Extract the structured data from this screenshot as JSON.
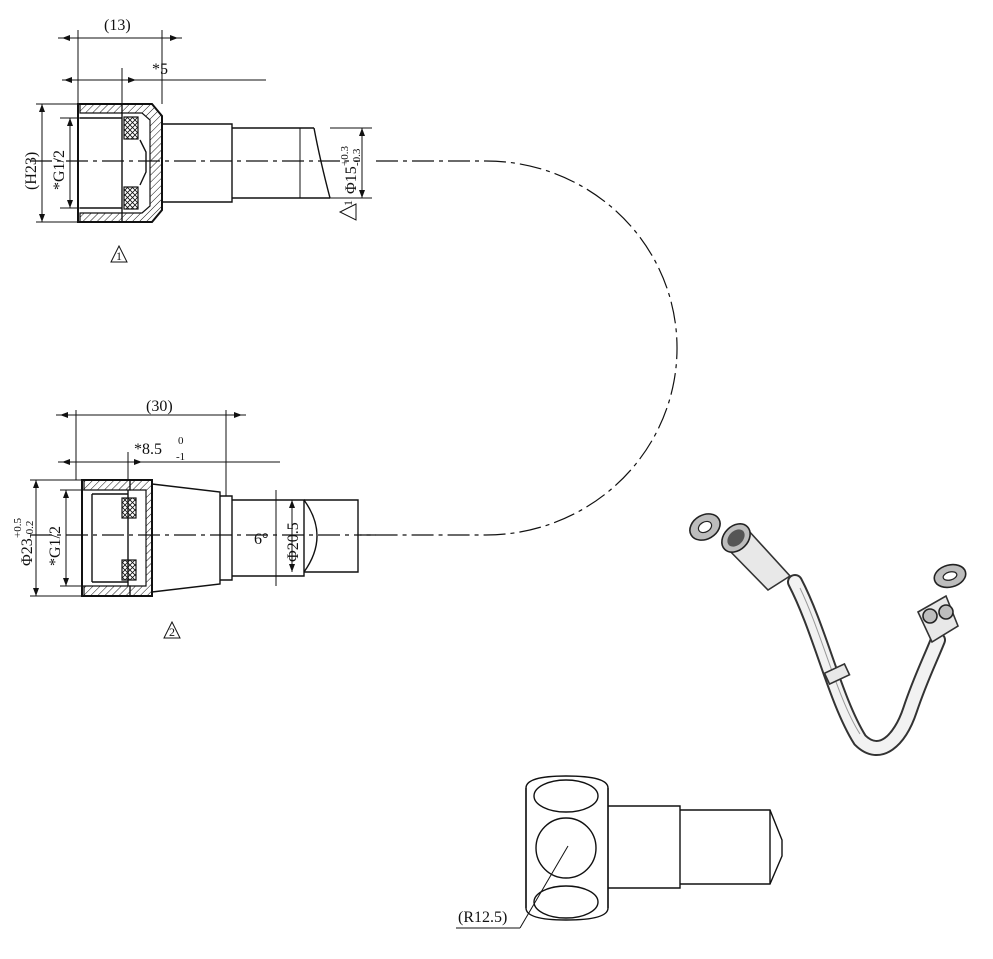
{
  "upper_detail": {
    "dim_length": "(13)",
    "dim_thread_depth": "*5",
    "dim_height": "(H23)",
    "dim_thread": "*G1/2",
    "dim_hose_dia": "Φ15",
    "dim_hose_tol_upper": "+0.3",
    "dim_hose_tol_lower": "-0.3",
    "marker": "1"
  },
  "lower_detail": {
    "dim_length": "(30)",
    "dim_thread_depth": "*8.5",
    "dim_thread_depth_tol_upper": "0",
    "dim_thread_depth_tol_lower": "-1",
    "dim_outer_dia": "Φ23",
    "dim_outer_tol_upper": "+0.5",
    "dim_outer_tol_lower": "-0.2",
    "dim_thread": "*G1/2",
    "dim_angle": "6°",
    "dim_tip_dia": "Φ20.5",
    "marker": "2"
  },
  "end_view": {
    "dim_radius": "(R12.5)"
  }
}
